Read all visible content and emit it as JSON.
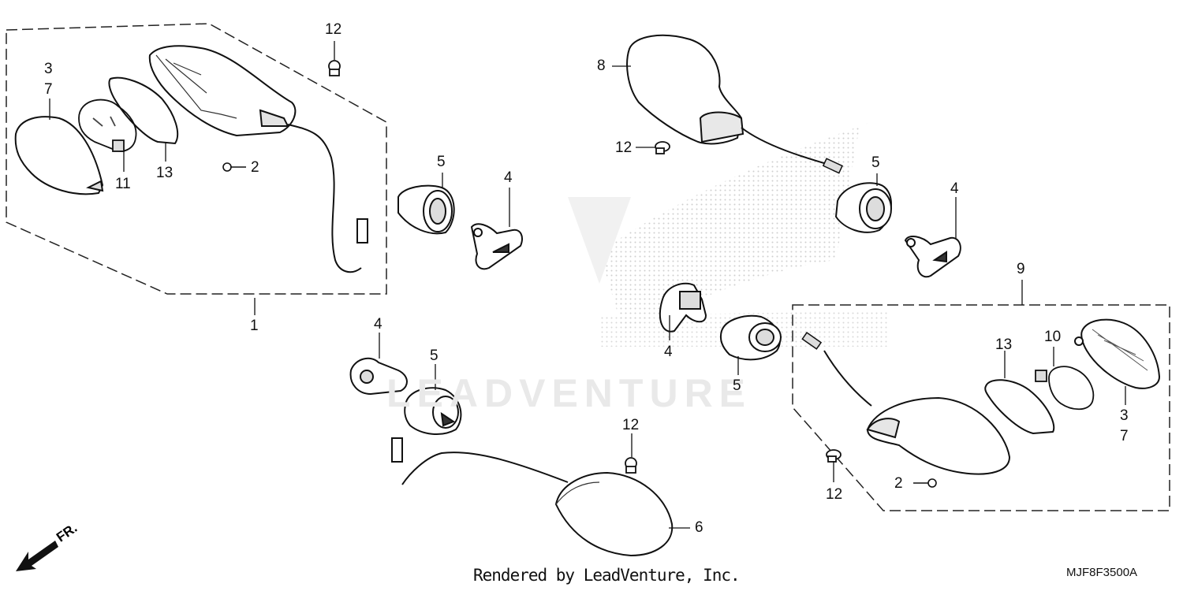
{
  "diagram": {
    "part_callouts": [
      {
        "id": "c12a",
        "label": "12"
      },
      {
        "id": "c3a",
        "label": "3"
      },
      {
        "id": "c7a",
        "label": "7"
      },
      {
        "id": "c11",
        "label": "11"
      },
      {
        "id": "c13a",
        "label": "13"
      },
      {
        "id": "c2a",
        "label": "2"
      },
      {
        "id": "c1",
        "label": "1"
      },
      {
        "id": "c5a",
        "label": "5"
      },
      {
        "id": "c4a",
        "label": "4"
      },
      {
        "id": "c8",
        "label": "8"
      },
      {
        "id": "c12b",
        "label": "12"
      },
      {
        "id": "c5b",
        "label": "5"
      },
      {
        "id": "c4b",
        "label": "4"
      },
      {
        "id": "c9",
        "label": "9"
      },
      {
        "id": "c4c",
        "label": "4"
      },
      {
        "id": "c5c",
        "label": "5"
      },
      {
        "id": "c13b",
        "label": "13"
      },
      {
        "id": "c10",
        "label": "10"
      },
      {
        "id": "c3b",
        "label": "3"
      },
      {
        "id": "c7b",
        "label": "7"
      },
      {
        "id": "c4d",
        "label": "4"
      },
      {
        "id": "c5d",
        "label": "5"
      },
      {
        "id": "c12c",
        "label": "12"
      },
      {
        "id": "c6",
        "label": "6"
      },
      {
        "id": "c12d",
        "label": "12"
      },
      {
        "id": "c2b",
        "label": "2"
      }
    ],
    "direction_label": "FR.",
    "diagram_code": "MJF8F3500A"
  },
  "watermark": {
    "word": "LEADVENTURE",
    "credit": "Rendered by LeadVenture, Inc."
  }
}
